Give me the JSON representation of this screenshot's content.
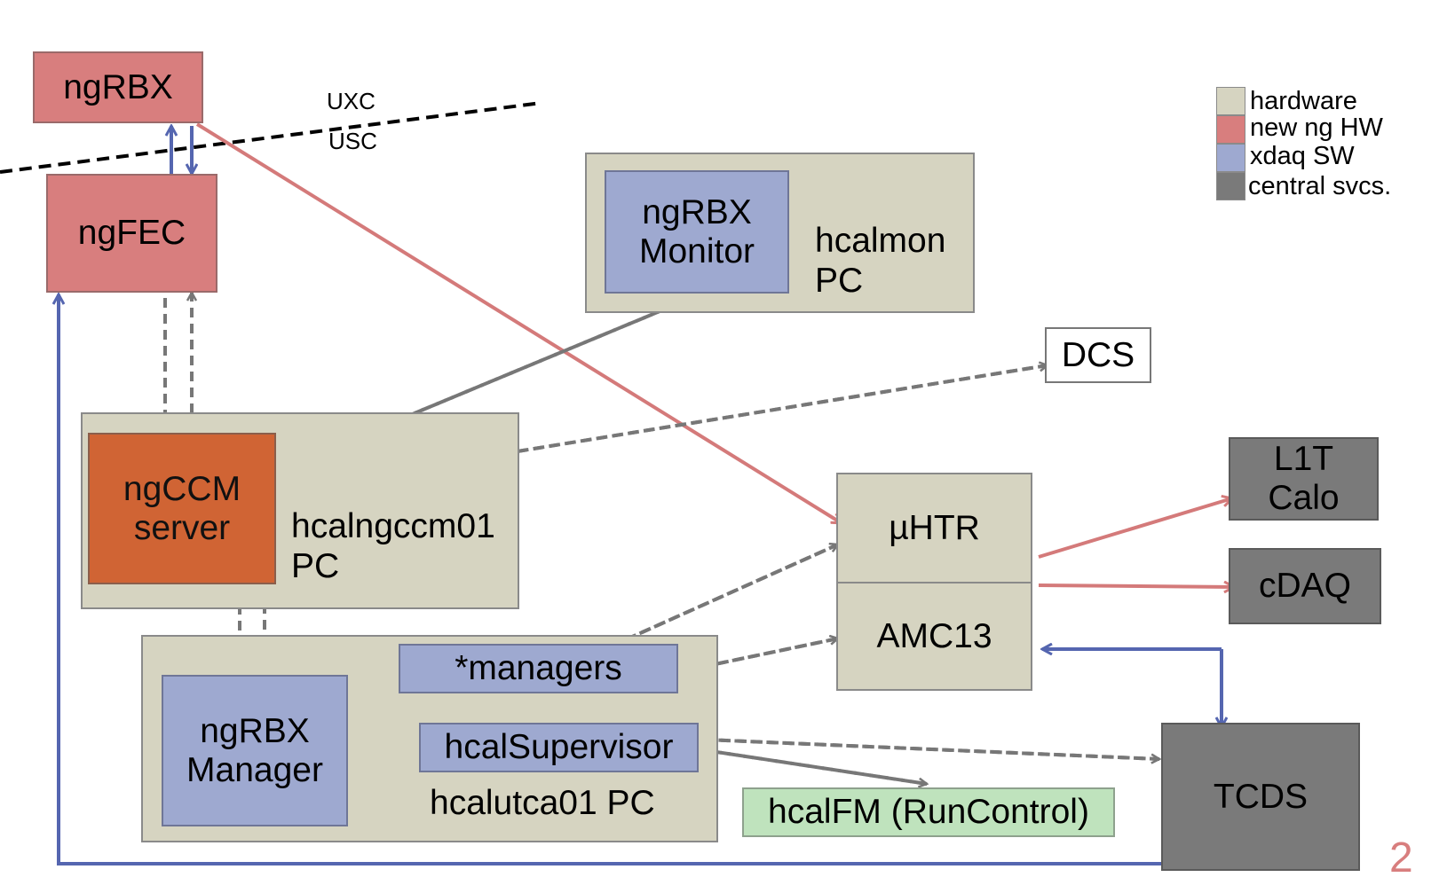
{
  "colors": {
    "hardware": "#d6d4c1",
    "new_ng_hw": "#d87e7e",
    "xdaq_sw": "#9ea9d0",
    "central_svcs": "#7a7a7a",
    "ngccm_server": "#d06434",
    "runcontrol": "#bfe3bd",
    "red_link": "#d47a7a",
    "blue_link": "#5566b0",
    "dashed": "#777777"
  },
  "nodes": {
    "ngrbx": "ngRBX",
    "ngfec": "ngFEC",
    "ngrbx_monitor": "ngRBX\nMonitor",
    "hcalmon_pc": "hcalmon\nPC",
    "dcs": "DCS",
    "ngccm_server": "ngCCM\nserver",
    "hcalngccm01_pc": "hcalngccm01\nPC",
    "uhtr": "µHTR",
    "amc13": "AMC13",
    "l1t_calo": "L1T\nCalo",
    "cdaq": "cDAQ",
    "managers": "*managers",
    "ngrbx_manager": "ngRBX\nManager",
    "hcalsupervisor": "hcalSupervisor",
    "hcalutca01_pc": "hcalutca01 PC",
    "hcalfm": "hcalFM (RunControl)",
    "tcds": "TCDS"
  },
  "zones": {
    "uxc": "UXC",
    "usc": "USC"
  },
  "legend": [
    {
      "label": "hardware",
      "color": "#d6d4c1"
    },
    {
      "label": "new ng HW",
      "color": "#d87e7e"
    },
    {
      "label": "xdaq SW",
      "color": "#9ea9d0"
    },
    {
      "label": "central svcs.",
      "color": "#7a7a7a"
    }
  ],
  "page_number": "2"
}
